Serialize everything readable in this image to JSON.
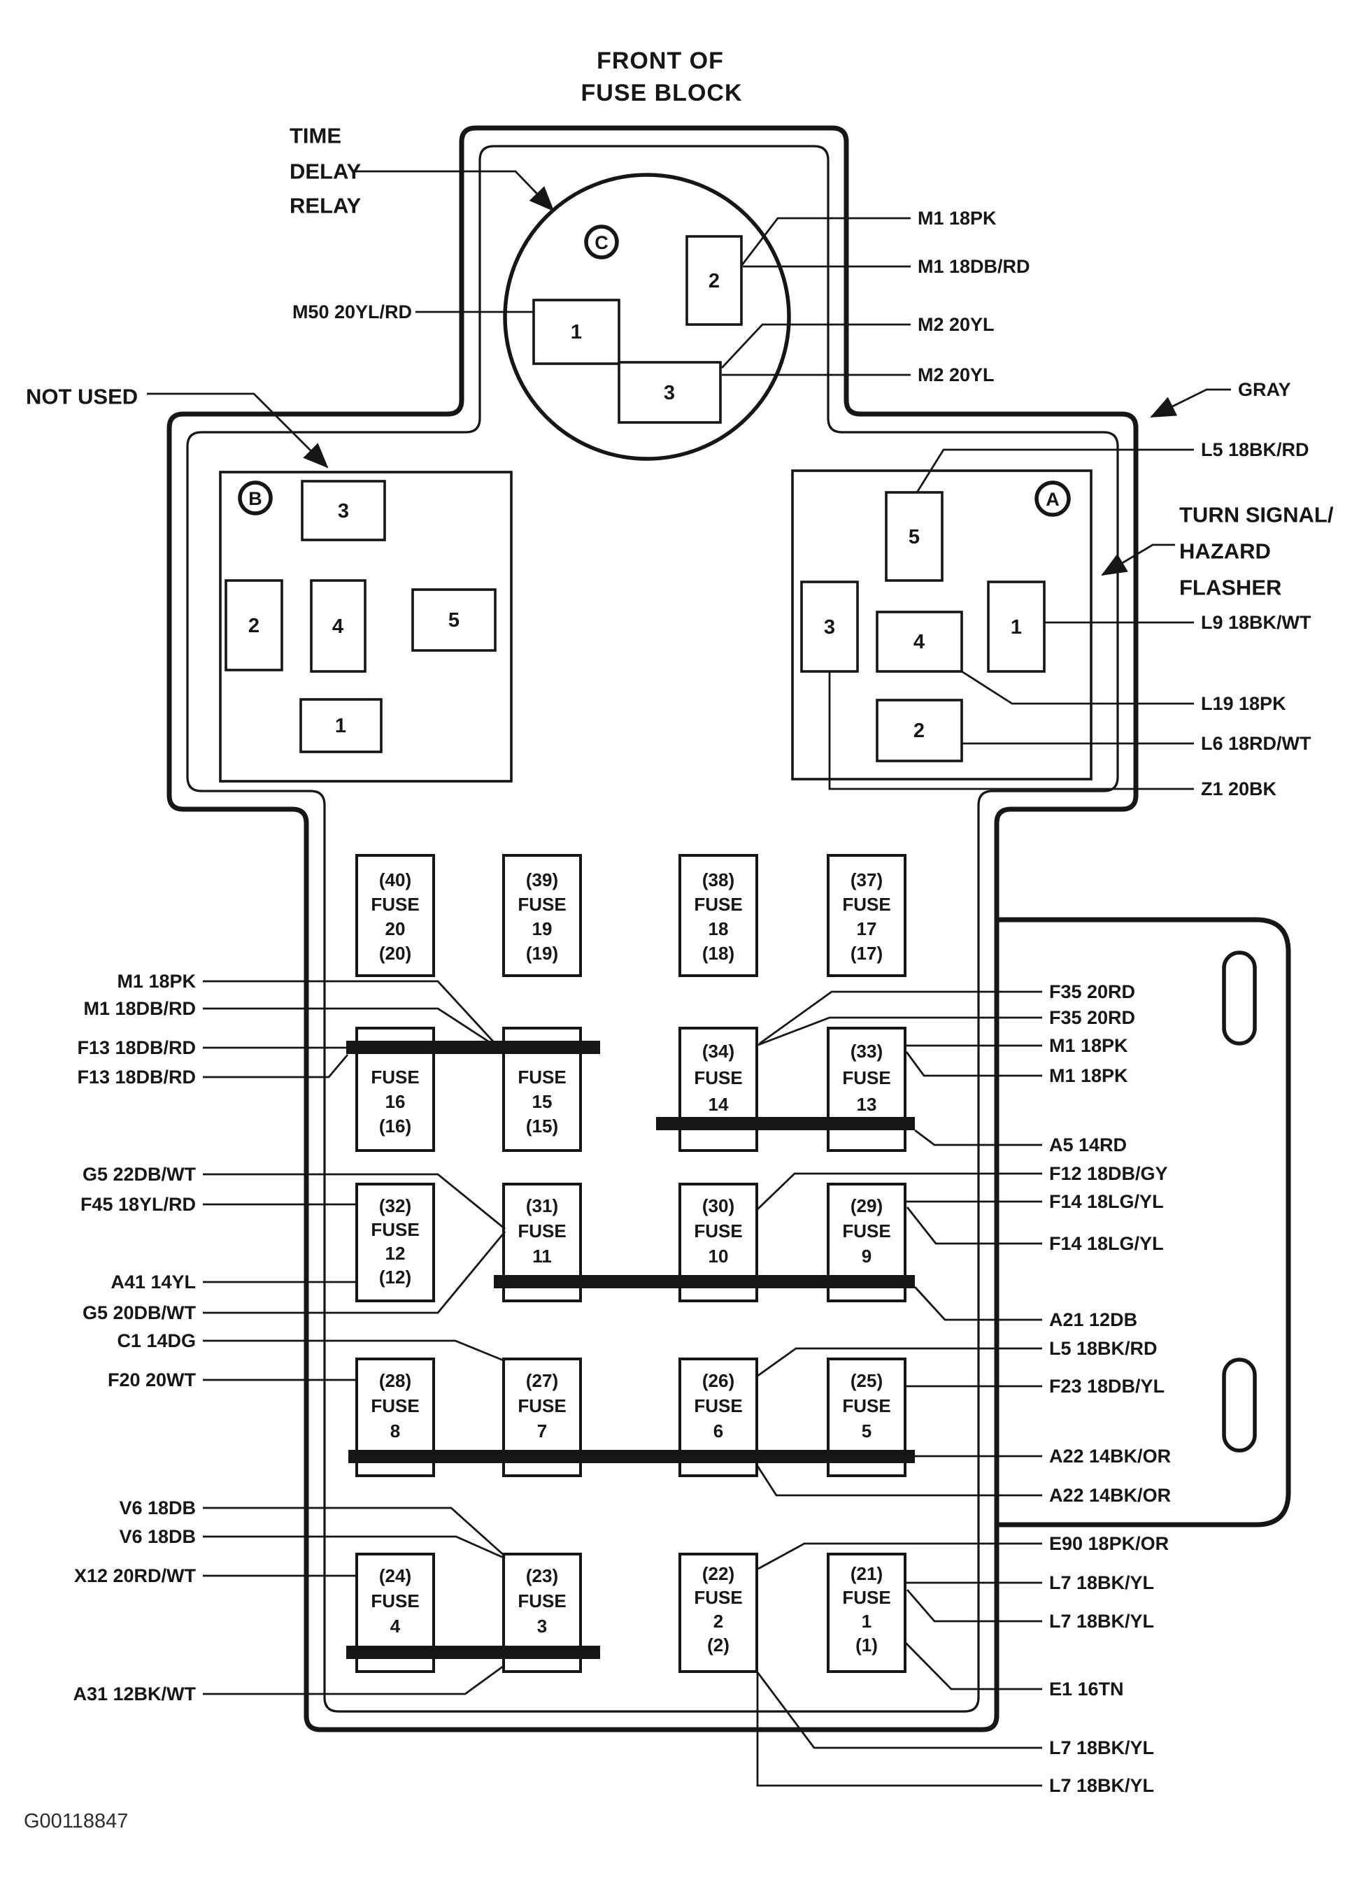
{
  "doc": {
    "footer_code": "G00118847",
    "ink": "#161616",
    "paper": "#ffffff"
  },
  "title": {
    "line1": "FRONT OF",
    "line2": "FUSE BLOCK"
  },
  "callouts": {
    "time_delay_relay": {
      "l1": "TIME",
      "l2": "DELAY",
      "l3": "RELAY"
    },
    "not_used": "NOT USED",
    "gray": "GRAY",
    "flasher": {
      "l1": "TURN SIGNAL/",
      "l2": "HAZARD",
      "l3": "FLASHER"
    }
  },
  "relay_c": {
    "letter": "C",
    "cav1": "1",
    "cav2": "2",
    "cav3": "3",
    "m50": "M50 20YL/RD",
    "r1": "M1 18PK",
    "r2": "M1 18DB/RD",
    "r3": "M2 20YL",
    "r4": "M2 20YL"
  },
  "conn_b": {
    "letter": "B",
    "cav1": "1",
    "cav2": "2",
    "cav3": "3",
    "cav4": "4",
    "cav5": "5"
  },
  "conn_a": {
    "letter": "A",
    "cav1": "1",
    "cav2": "2",
    "cav3": "3",
    "cav4": "4",
    "cav5": "5",
    "l5": "L5 18BK/RD",
    "l9": "L9 18BK/WT",
    "l19": "L19 18PK",
    "l6": "L6 18RD/WT",
    "z1": "Z1 20BK"
  },
  "fuse_boxes": [
    {
      "lines": [
        "(40)",
        "FUSE",
        "20",
        "(20)"
      ]
    },
    {
      "lines": [
        "(39)",
        "FUSE",
        "19",
        "(19)"
      ]
    },
    {
      "lines": [
        "(38)",
        "FUSE",
        "18",
        "(18)"
      ]
    },
    {
      "lines": [
        "(37)",
        "FUSE",
        "17",
        "(17)"
      ]
    },
    {
      "lines": [
        "FUSE",
        "16",
        "(16)"
      ]
    },
    {
      "lines": [
        "FUSE",
        "15",
        "(15)"
      ]
    },
    {
      "lines": [
        "(34)",
        "FUSE",
        "14"
      ]
    },
    {
      "lines": [
        "(33)",
        "FUSE",
        "13"
      ]
    },
    {
      "lines": [
        "(32)",
        "FUSE",
        "12",
        "(12)"
      ]
    },
    {
      "lines": [
        "(31)",
        "FUSE",
        "11"
      ]
    },
    {
      "lines": [
        "(30)",
        "FUSE",
        "10"
      ]
    },
    {
      "lines": [
        "(29)",
        "FUSE",
        "9"
      ]
    },
    {
      "lines": [
        "(28)",
        "FUSE",
        "8"
      ]
    },
    {
      "lines": [
        "(27)",
        "FUSE",
        "7"
      ]
    },
    {
      "lines": [
        "(26)",
        "FUSE",
        "6"
      ]
    },
    {
      "lines": [
        "(25)",
        "FUSE",
        "5"
      ]
    },
    {
      "lines": [
        "(24)",
        "FUSE",
        "4"
      ]
    },
    {
      "lines": [
        "(23)",
        "FUSE",
        "3"
      ]
    },
    {
      "lines": [
        "(22)",
        "FUSE",
        "2",
        "(2)"
      ]
    },
    {
      "lines": [
        "(21)",
        "FUSE",
        "1",
        "(1)"
      ]
    }
  ],
  "left_labels": [
    "M1 18PK",
    "M1 18DB/RD",
    "F13 18DB/RD",
    "F13 18DB/RD",
    "G5 22DB/WT",
    "F45 18YL/RD",
    "A41 14YL",
    "G5 20DB/WT",
    "C1 14DG",
    "F20 20WT",
    "V6 18DB",
    "V6 18DB",
    "X12 20RD/WT",
    "A31 12BK/WT"
  ],
  "right_labels": [
    "F35 20RD",
    "F35 20RD",
    "M1 18PK",
    "M1 18PK",
    "A5 14RD",
    "F12 18DB/GY",
    "F14 18LG/YL",
    "F14 18LG/YL",
    "A21 12DB",
    "L5 18BK/RD",
    "F23 18DB/YL",
    "A22 14BK/OR",
    "A22 14BK/OR",
    "E90 18PK/OR",
    "L7 18BK/YL",
    "L7 18BK/YL",
    "E1 16TN",
    "L7 18BK/YL",
    "L7 18BK/YL"
  ]
}
